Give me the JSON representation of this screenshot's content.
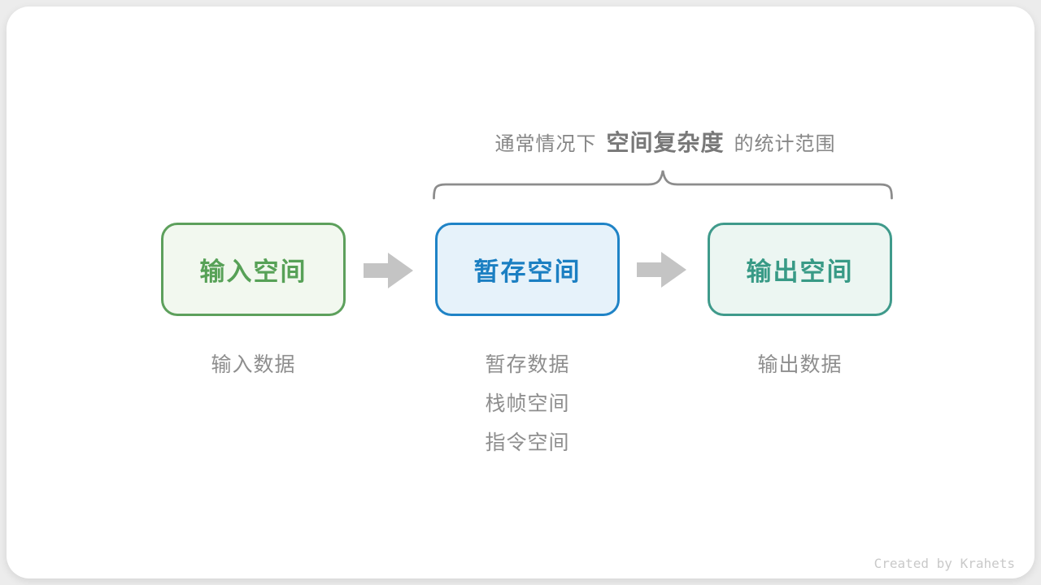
{
  "header": {
    "title_prefix": "通常情况下",
    "title_highlight": "空间复杂度",
    "title_suffix": "的统计范围"
  },
  "boxes": [
    {
      "label": "输入空间",
      "sublabels": [
        "输入数据"
      ]
    },
    {
      "label": "暂存空间",
      "sublabels": [
        "暂存数据",
        "栈帧空间",
        "指令空间"
      ]
    },
    {
      "label": "输出空间",
      "sublabels": [
        "输出数据"
      ]
    }
  ],
  "footer": {
    "credit": "Created by Krahets"
  },
  "colors": {
    "input_border": "#5da05c",
    "input_bg": "#f2f8ef",
    "input_text": "#57a157",
    "temp_border": "#1f83c6",
    "temp_bg": "#e6f2fa",
    "temp_text": "#1b7fc2",
    "output_border": "#3f9a8b",
    "output_bg": "#ecf6f2",
    "output_text": "#389a86",
    "arrow": "#c4c4c4",
    "brace": "#8c8c8c",
    "label_text": "#8e8e8e",
    "title_text": "#868686",
    "credit_text": "#c9c9c9"
  }
}
